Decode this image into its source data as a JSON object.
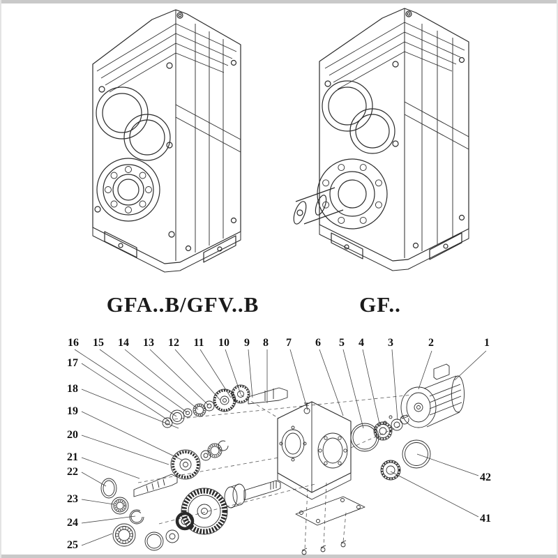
{
  "page": {
    "background": "#ffffff",
    "line_color": "#2a2a2a"
  },
  "figures": [
    {
      "id": "gfab",
      "caption": "GFA..B/GFV..B"
    },
    {
      "id": "gf",
      "caption": "GF.."
    }
  ],
  "exploded_view": {
    "top_row_labels": [
      "16",
      "15",
      "14",
      "13",
      "12",
      "11",
      "10",
      "9",
      "8",
      "7",
      "6",
      "5",
      "4",
      "3",
      "2",
      "1"
    ],
    "left_column_labels": [
      "17",
      "18",
      "19",
      "20",
      "21",
      "22",
      "23",
      "24",
      "25"
    ],
    "right_column_labels": [
      "42",
      "41"
    ]
  }
}
